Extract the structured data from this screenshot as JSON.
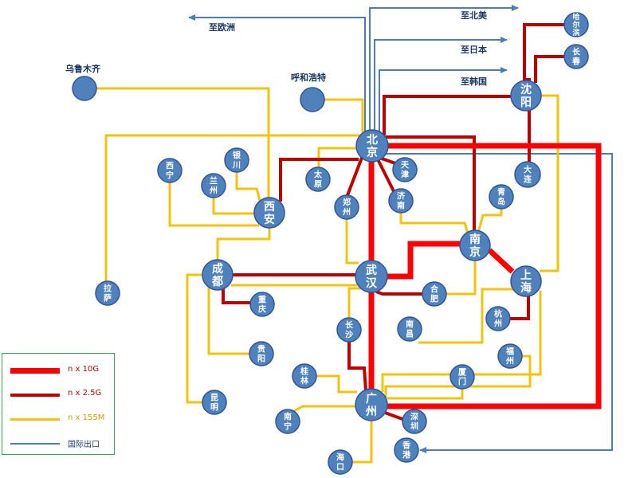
{
  "colors": {
    "l10g": "#ff0000",
    "l25g": "#c00000",
    "l155m": "#f4c20d",
    "intl": "#4a7ebb",
    "node_fill": "#4f81bd",
    "node_stroke": "#2f5597"
  },
  "external_labels": {
    "urumqi": "乌鲁木齐",
    "hohhot": "呼和浩特"
  },
  "outbound": {
    "europe": "至欧洲",
    "north_america": "至北美",
    "japan": "至日本",
    "korea": "至韩国"
  },
  "nodes": {
    "beijing": [
      "北",
      "京"
    ],
    "shenyang": [
      "沈",
      "阳"
    ],
    "harbin": [
      "哈",
      "尔",
      "滨"
    ],
    "changchun": [
      "长",
      "春"
    ],
    "dalian": [
      "大",
      "连"
    ],
    "tianjin": [
      "天",
      "津"
    ],
    "jinan": [
      "济",
      "南"
    ],
    "taiyuan": [
      "太",
      "原"
    ],
    "zhengzhou": [
      "郑",
      "州"
    ],
    "xian": [
      "西",
      "安"
    ],
    "yinchuan": [
      "银",
      "川"
    ],
    "lanzhou": [
      "兰",
      "州"
    ],
    "xining": [
      "西",
      "宁"
    ],
    "lhasa": [
      "拉",
      "萨"
    ],
    "chengdu": [
      "成",
      "都"
    ],
    "chongqing": [
      "重",
      "庆"
    ],
    "guiyang": [
      "贵",
      "阳"
    ],
    "kunming": [
      "昆",
      "明"
    ],
    "wuhan": [
      "武",
      "汉"
    ],
    "nanjing": [
      "南",
      "京"
    ],
    "qingdao": [
      "青",
      "岛"
    ],
    "hefei": [
      "合",
      "肥"
    ],
    "shanghai": [
      "上",
      "海"
    ],
    "hangzhou": [
      "杭",
      "州"
    ],
    "nanchang": [
      "南",
      "昌"
    ],
    "changsha": [
      "长",
      "沙"
    ],
    "fuzhou": [
      "福",
      "州"
    ],
    "xiamen": [
      "厦",
      "门"
    ],
    "guilin": [
      "桂",
      "林"
    ],
    "guangzhou": [
      "广",
      "州"
    ],
    "nanning": [
      "南",
      "宁"
    ],
    "shenzhen": [
      "深",
      "圳"
    ],
    "hongkong": [
      "香",
      "港"
    ],
    "haikou": [
      "海",
      "口"
    ],
    "urumqi": [],
    "hohhot": []
  },
  "legend": {
    "items": [
      {
        "key": "l10g",
        "label": "n x 10G"
      },
      {
        "key": "l25g",
        "label": "n x 2.5G"
      },
      {
        "key": "l155m",
        "label": "n x 155M"
      },
      {
        "key": "intl",
        "label": "国际出口"
      }
    ]
  }
}
